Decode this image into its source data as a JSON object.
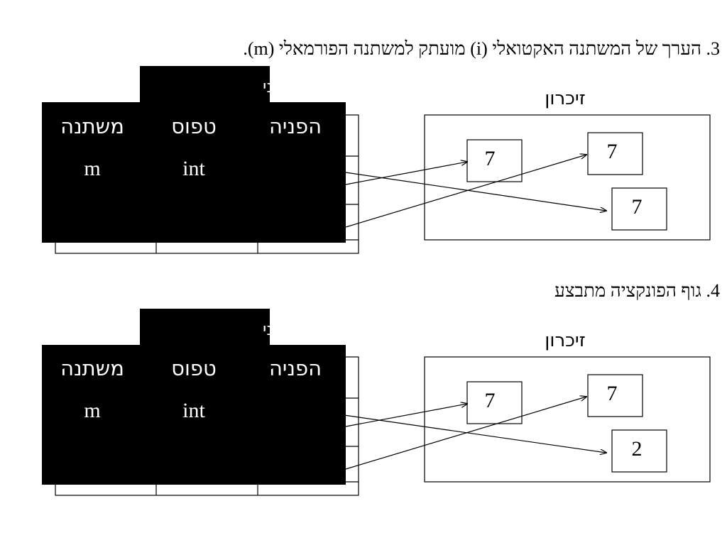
{
  "steps": [
    {
      "title": "3. הערך של המשתנה האקטואלי  (i)  מועתק למשתנה הפורמאלי  (m).",
      "table": {
        "tab_label": "טבלת משתני",
        "headers": [
          "משתנה",
          "טפוס",
          "הפניה"
        ],
        "rows": [
          [
            "m",
            "int"
          ]
        ]
      },
      "memory": {
        "label": "זיכרון",
        "cells": [
          "7",
          "7",
          "7"
        ]
      }
    },
    {
      "title": "4. גוף הפונקציה מתבצע",
      "table": {
        "tab_label": "טבלת משתני",
        "headers": [
          "משתנה",
          "טפוס",
          "הפניה"
        ],
        "rows": [
          [
            "m",
            "int"
          ]
        ]
      },
      "memory": {
        "label": "זיכרון",
        "cells": [
          "7",
          "7",
          "2"
        ]
      }
    }
  ]
}
